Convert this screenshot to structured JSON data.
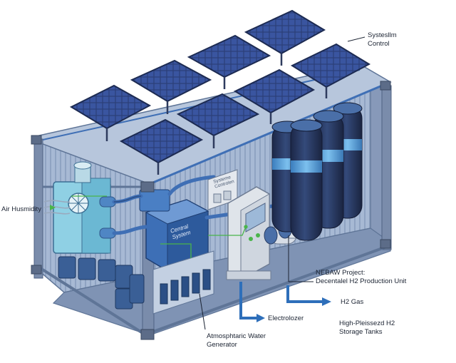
{
  "labels": {
    "system_control": [
      "Systesllm",
      "Control"
    ],
    "air_humidity": "Air Husmidity",
    "central_system": [
      "Central",
      "System"
    ],
    "system_control_panel": [
      "Systeme",
      "Controlen"
    ],
    "project": [
      "NEBAW Project:",
      "Decentalel H2 Production Unit"
    ],
    "h2_gas": "H2 Gas",
    "electrolyzer": "Electrolozer",
    "storage_tanks": [
      "High-Pleissezd H2",
      "Storage Tanks"
    ],
    "water_generator": [
      "Atmosphtaric Water",
      "Generator"
    ]
  },
  "colors": {
    "container": "#9fb2cf",
    "container_dark": "#5f7597",
    "frame": "#6e7f9c",
    "solar_panel": "#2a3c73",
    "tank_dark": "#222f52",
    "tank_band": "#4b8fc9",
    "pipe": "#3f6fb5",
    "flow_line": "#2e6fba",
    "signal_green": "#49b54a"
  }
}
